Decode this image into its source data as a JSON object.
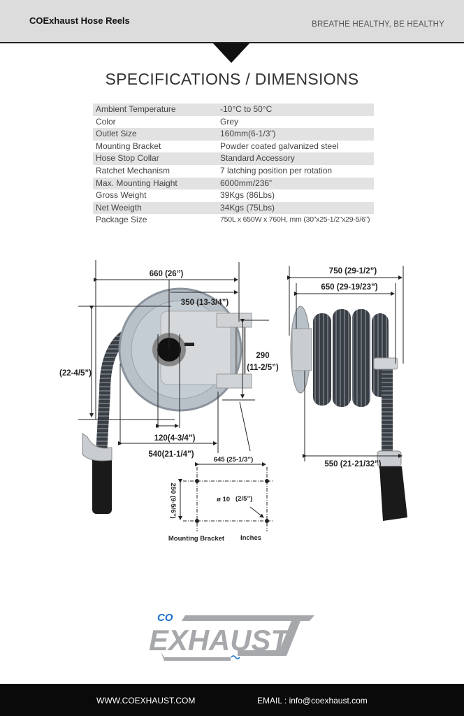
{
  "header": {
    "brand": "COExhaust Hose Reels",
    "slogan": "BREATHE HEALTHY, BE HEALTHY"
  },
  "title": "SPECIFICATIONS / DIMENSIONS",
  "specs": [
    {
      "label": "Ambient Temperature",
      "value": "-10°C to 50°C"
    },
    {
      "label": "Color",
      "value": "Grey"
    },
    {
      "label": "Outlet Size",
      "value": "160mm(6-1/3”)"
    },
    {
      "label": "Mounting Bracket",
      "value": "Powder coated galvanized steel"
    },
    {
      "label": "Hose Stop Collar",
      "value": "Standard Accessory"
    },
    {
      "label": "Ratchet Mechanism",
      "value": "7 latching position per rotation"
    },
    {
      "label": "Max. Mounting Haight",
      "value": "6000mm/236”"
    },
    {
      "label": "Gross Weight",
      "value": "39Kgs (86Lbs)"
    },
    {
      "label": "Net Weeigth",
      "value": "34Kgs (75Lbs)"
    },
    {
      "label": "Package Size",
      "value": "750L x 650W x 760H, mm (30”x25-1/2”x29-5/6”)"
    }
  ],
  "front_view": {
    "width": "660 (26”)",
    "offset": "350 (13-3/4”)",
    "height": "(22-4/5”)",
    "bracket_height_mm": "290",
    "bracket_height_in": "(11-2/5”)",
    "outlet_offset": "120(4-3/4”)",
    "depth": "540(21-1/4”)",
    "bracket_width": "645 (25-1/3”)",
    "bracket_depth": "250 (9-5/6”)",
    "hole_diameter": "ø 10",
    "hole_diameter_in": "(2/5”)",
    "bracket_caption": "Mounting Bracket",
    "units_caption": "Inches"
  },
  "side_view": {
    "overall": "750 (29-1/2”)",
    "inner": "650 (29-19/23”)",
    "hose_offset": "550 (21-21/32”)"
  },
  "logo": {
    "co": "CO",
    "exhaust": "EXHAUST"
  },
  "footer": {
    "website": "WWW.COEXHAUST.COM",
    "email": "EMAIL : info@coexhaust.com"
  }
}
